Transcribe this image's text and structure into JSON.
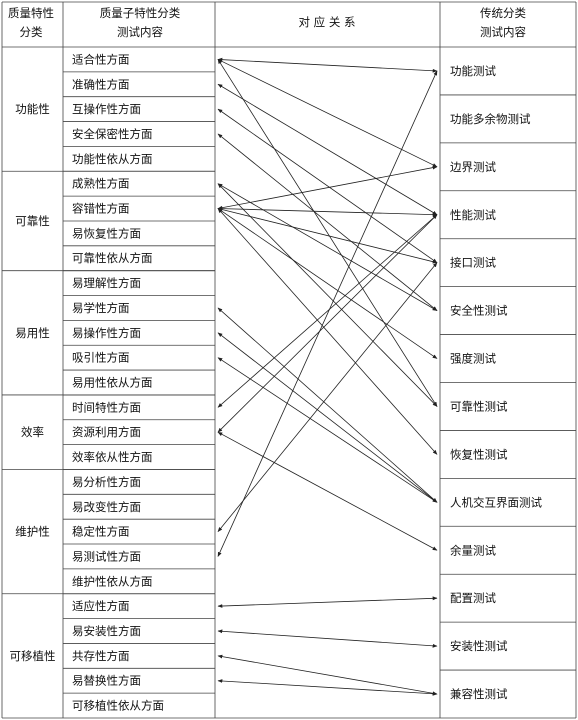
{
  "headers": {
    "category_line1": "质量特性",
    "category_line2": "分类",
    "sub_line1": "质量子特性分类",
    "sub_line2": "测试内容",
    "relation": "对 应 关 系",
    "trad_line1": "传统分类",
    "trad_line2": "测试内容"
  },
  "categories": [
    {
      "name": "功能性",
      "start": 0,
      "count": 5
    },
    {
      "name": "可靠性",
      "start": 5,
      "count": 4
    },
    {
      "name": "易用性",
      "start": 9,
      "count": 5
    },
    {
      "name": "效率",
      "start": 14,
      "count": 3
    },
    {
      "name": "维护性",
      "start": 17,
      "count": 5
    },
    {
      "name": "可移植性",
      "start": 22,
      "count": 5
    }
  ],
  "subs": [
    "适合性方面",
    "准确性方面",
    "互操作性方面",
    "安全保密性方面",
    "功能性依从方面",
    "成熟性方面",
    "容错性方面",
    "易恢复性方面",
    "可靠性依从方面",
    "易理解性方面",
    "易学性方面",
    "易操作性方面",
    "吸引性方面",
    "易用性依从方面",
    "时间特性方面",
    "资源利用方面",
    "效率依从性方面",
    "易分析性方面",
    "易改变性方面",
    "稳定性方面",
    "易测试性方面",
    "维护性依从方面",
    "适应性方面",
    "易安装性方面",
    "共存性方面",
    "易替换性方面",
    "可移植性依从方面"
  ],
  "trads": [
    "功能测试",
    "功能多余物测试",
    "边界测试",
    "性能测试",
    "接口测试",
    "安全性测试",
    "强度测试",
    "可靠性测试",
    "恢复性测试",
    "人机交互界面测试",
    "余量测试",
    "配置测试",
    "安装性测试",
    "兼容性测试"
  ],
  "relations": [
    {
      "sub": 0,
      "trad": 0
    },
    {
      "sub": 0,
      "trad": 2
    },
    {
      "sub": 0,
      "trad": 7
    },
    {
      "sub": 1,
      "trad": 3
    },
    {
      "sub": 2,
      "trad": 4
    },
    {
      "sub": 3,
      "trad": 5
    },
    {
      "sub": 5,
      "trad": 7
    },
    {
      "sub": 5,
      "trad": 5
    },
    {
      "sub": 6,
      "trad": 2
    },
    {
      "sub": 6,
      "trad": 4
    },
    {
      "sub": 6,
      "trad": 6
    },
    {
      "sub": 6,
      "trad": 8
    },
    {
      "sub": 6,
      "trad": 3
    },
    {
      "sub": 10,
      "trad": 9
    },
    {
      "sub": 11,
      "trad": 9
    },
    {
      "sub": 12,
      "trad": 9
    },
    {
      "sub": 14,
      "trad": 3
    },
    {
      "sub": 15,
      "trad": 10
    },
    {
      "sub": 15,
      "trad": 3
    },
    {
      "sub": 19,
      "trad": 4
    },
    {
      "sub": 20,
      "trad": 0
    },
    {
      "sub": 22,
      "trad": 11
    },
    {
      "sub": 23,
      "trad": 12
    },
    {
      "sub": 24,
      "trad": 13
    },
    {
      "sub": 25,
      "trad": 13
    }
  ]
}
